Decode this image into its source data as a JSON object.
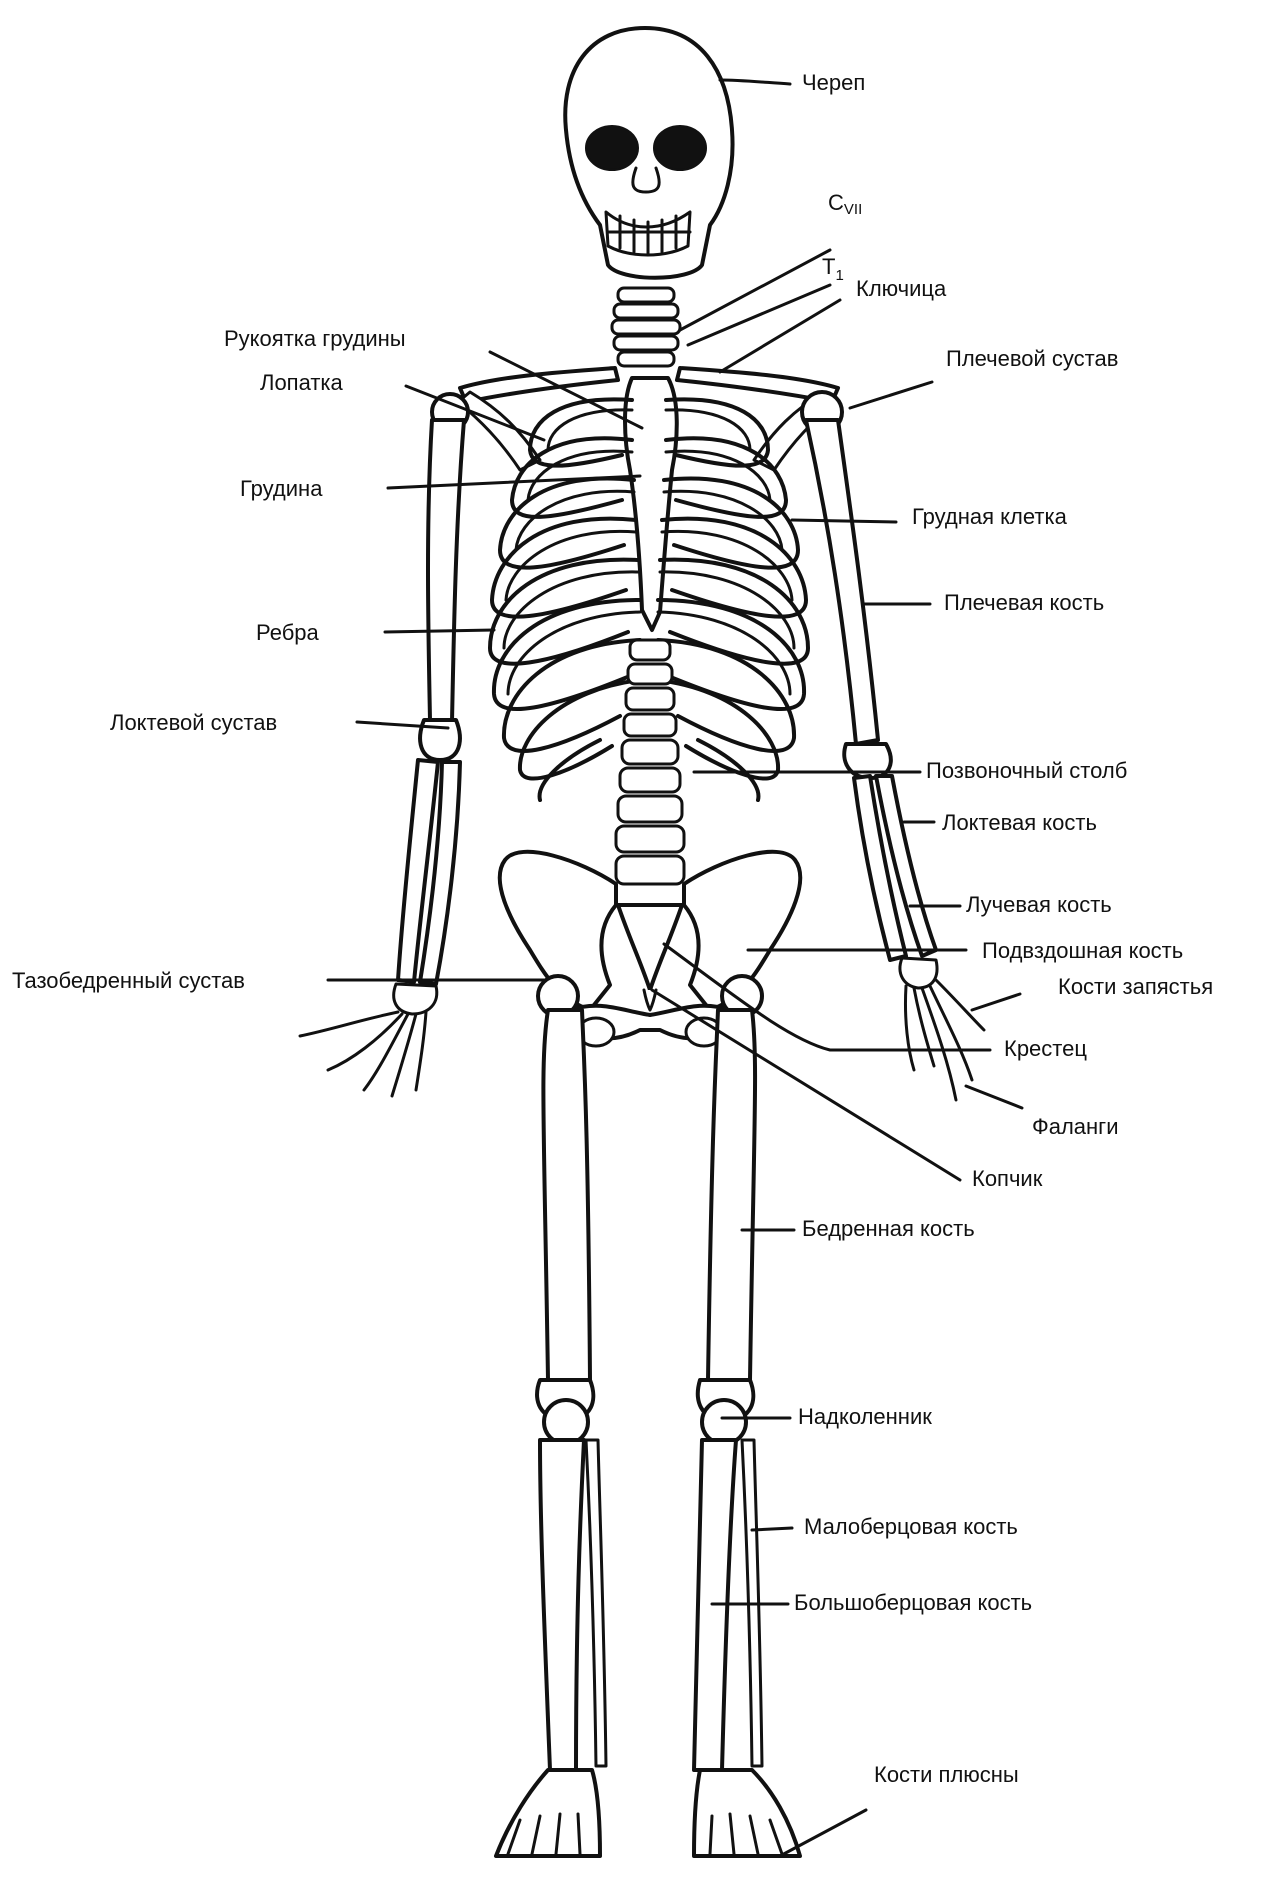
{
  "diagram": {
    "colors": {
      "ink": "#111111",
      "paper": "#ffffff"
    },
    "labels": {
      "skull": "Череп",
      "cvii_main": "C",
      "cvii_sub": "VII",
      "t1_main": "T",
      "t1_sub": "1",
      "clavicle": "Ключица",
      "manubrium": "Рукоятка грудины",
      "scapula": "Лопатка",
      "shoulder_joint": "Плечевой сустав",
      "sternum": "Грудина",
      "rib_cage": "Грудная клетка",
      "humerus": "Плечевая кость",
      "ribs": "Ребра",
      "elbow_joint": "Локтевой сустав",
      "spine": "Позвоночный столб",
      "ulna": "Локтевая кость",
      "radius": "Лучевая  кость",
      "ilium": "Подвздошная  кость",
      "hip_joint": "Тазобедренный сустав",
      "carpals": "Кости  запястья",
      "sacrum": "Крестец",
      "phalanges": "Фаланги",
      "coccyx": "Копчик",
      "femur": "Бедренная  кость",
      "patella": "Надколенник",
      "fibula": "Малоберцовая кость",
      "tibia": "Большоберцовая  кость",
      "metatarsals": "Кости плюсны"
    }
  }
}
